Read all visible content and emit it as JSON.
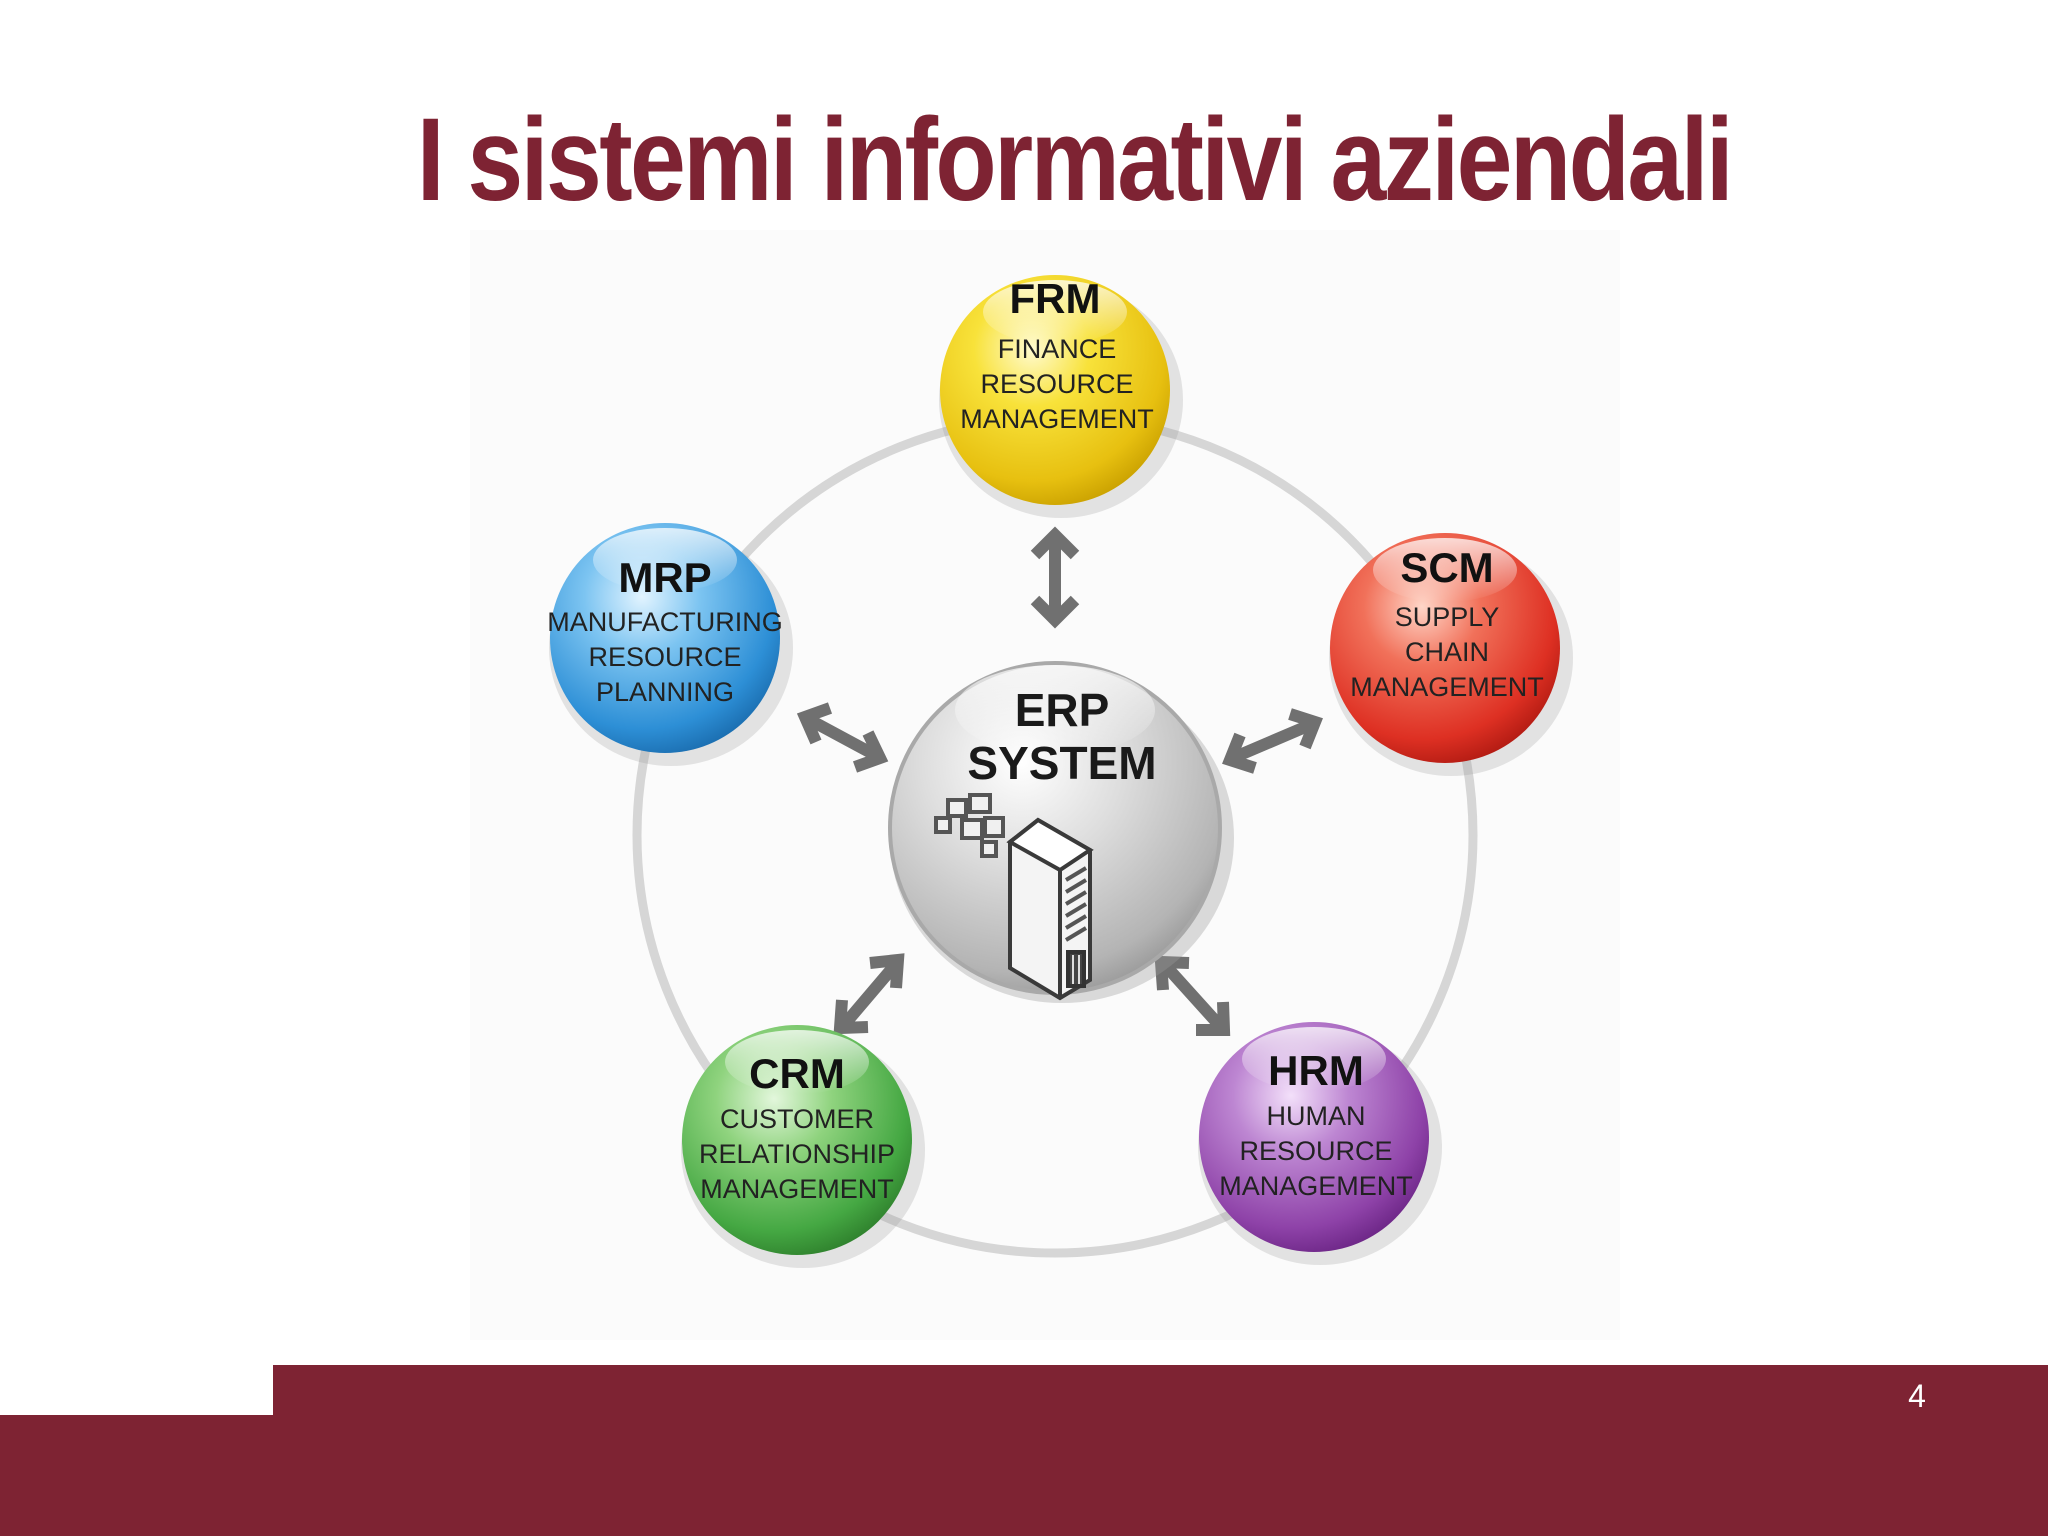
{
  "slide": {
    "title": "I sistemi informativi aziendali",
    "page_number": "4"
  },
  "diagram": {
    "center": {
      "line1": "ERP",
      "line2": "SYSTEM",
      "icon": "server-icon",
      "color": "#c4c4c4"
    },
    "modules": [
      {
        "key": "frm",
        "abbr": "FRM",
        "lines": [
          "FINANCE",
          "RESOURCE",
          "MANAGEMENT"
        ],
        "color": "#f3d21a"
      },
      {
        "key": "scm",
        "abbr": "SCM",
        "lines": [
          "SUPPLY",
          "CHAIN",
          "MANAGEMENT"
        ],
        "color": "#e5412f"
      },
      {
        "key": "hrm",
        "abbr": "HRM",
        "lines": [
          "HUMAN",
          "RESOURCE",
          "MANAGEMENT"
        ],
        "color": "#9b4fb2"
      },
      {
        "key": "crm",
        "abbr": "CRM",
        "lines": [
          "CUSTOMER",
          "RELATIONSHIP",
          "MANAGEMENT"
        ],
        "color": "#4fb34f"
      },
      {
        "key": "mrp",
        "abbr": "MRP",
        "lines": [
          "MANUFACTURING",
          "RESOURCE",
          "PLANNING"
        ],
        "color": "#2f97de"
      }
    ]
  },
  "theme": {
    "accent": "#7e2333"
  }
}
